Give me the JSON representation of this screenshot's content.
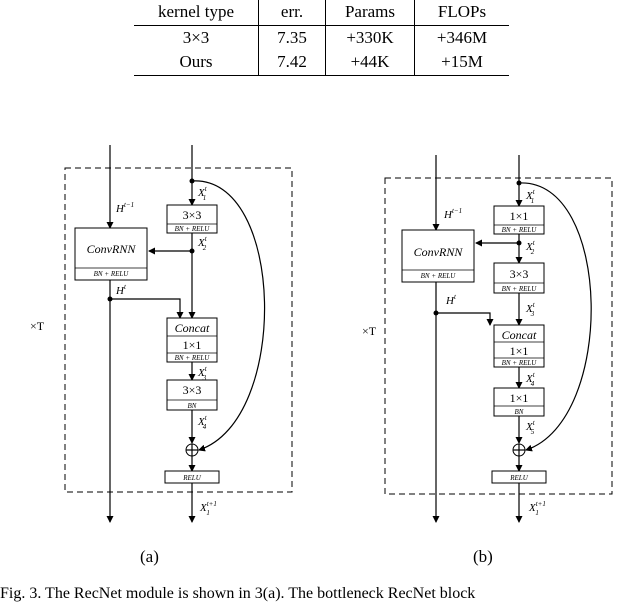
{
  "table": {
    "headers": [
      "kernel type",
      "err.",
      "Params",
      "FLOPs"
    ],
    "rows": [
      [
        "3×3",
        "7.35",
        "+330K",
        "+346M"
      ],
      [
        "Ours",
        "7.42",
        "+44K",
        "+15M"
      ]
    ]
  },
  "diagram_a": {
    "caption": "(a)",
    "loop_label": "×T",
    "convrnn": "ConvRNN",
    "convrnn_sub": "BN + RELU",
    "conv1": "3×3",
    "conv1_sub": "BN + RELU",
    "concat": "Concat",
    "conv2": "1×1",
    "conv2_sub": "BN + RELU",
    "conv3": "3×3",
    "conv3_sub": "BN",
    "relu": "RELU",
    "h_prev": "H",
    "h_prev_sup": "t−1",
    "h_cur": "H",
    "h_cur_sup": "t",
    "x1": "X",
    "x1_sup": "t",
    "x1_sub": "1",
    "x2": "X",
    "x2_sup": "t",
    "x2_sub": "2",
    "x3": "X",
    "x3_sup": "t",
    "x3_sub": "3",
    "x4": "X",
    "x4_sup": "t",
    "x4_sub": "4",
    "xout": "X",
    "xout_sup": "t+1",
    "xout_sub": "1"
  },
  "diagram_b": {
    "caption": "(b)",
    "loop_label": "×T",
    "convrnn": "ConvRNN",
    "convrnn_sub": "BN + RELU",
    "conv1": "1×1",
    "conv1_sub": "BN + RELU",
    "conv2": "3×3",
    "conv2_sub": "BN + RELU",
    "concat": "Concat",
    "conv3": "1×1",
    "conv3_sub": "BN + RELU",
    "conv4": "1×1",
    "conv4_sub": "BN",
    "relu": "RELU",
    "h_prev": "H",
    "h_prev_sup": "t−1",
    "h_cur": "H",
    "h_cur_sup": "t",
    "x1": "X",
    "x1_sup": "t",
    "x1_sub": "1",
    "x2": "X",
    "x2_sup": "t",
    "x2_sub": "2",
    "x3": "X",
    "x3_sup": "t",
    "x3_sub": "3",
    "x4": "X",
    "x4_sup": "t",
    "x4_sub": "4",
    "x5": "X",
    "x5_sup": "t",
    "x5_sub": "5",
    "xout": "X",
    "xout_sup": "t+1",
    "xout_sub": "1"
  },
  "figure_caption": "Fig. 3.  The RecNet module is shown in 3(a). The bottleneck RecNet block"
}
